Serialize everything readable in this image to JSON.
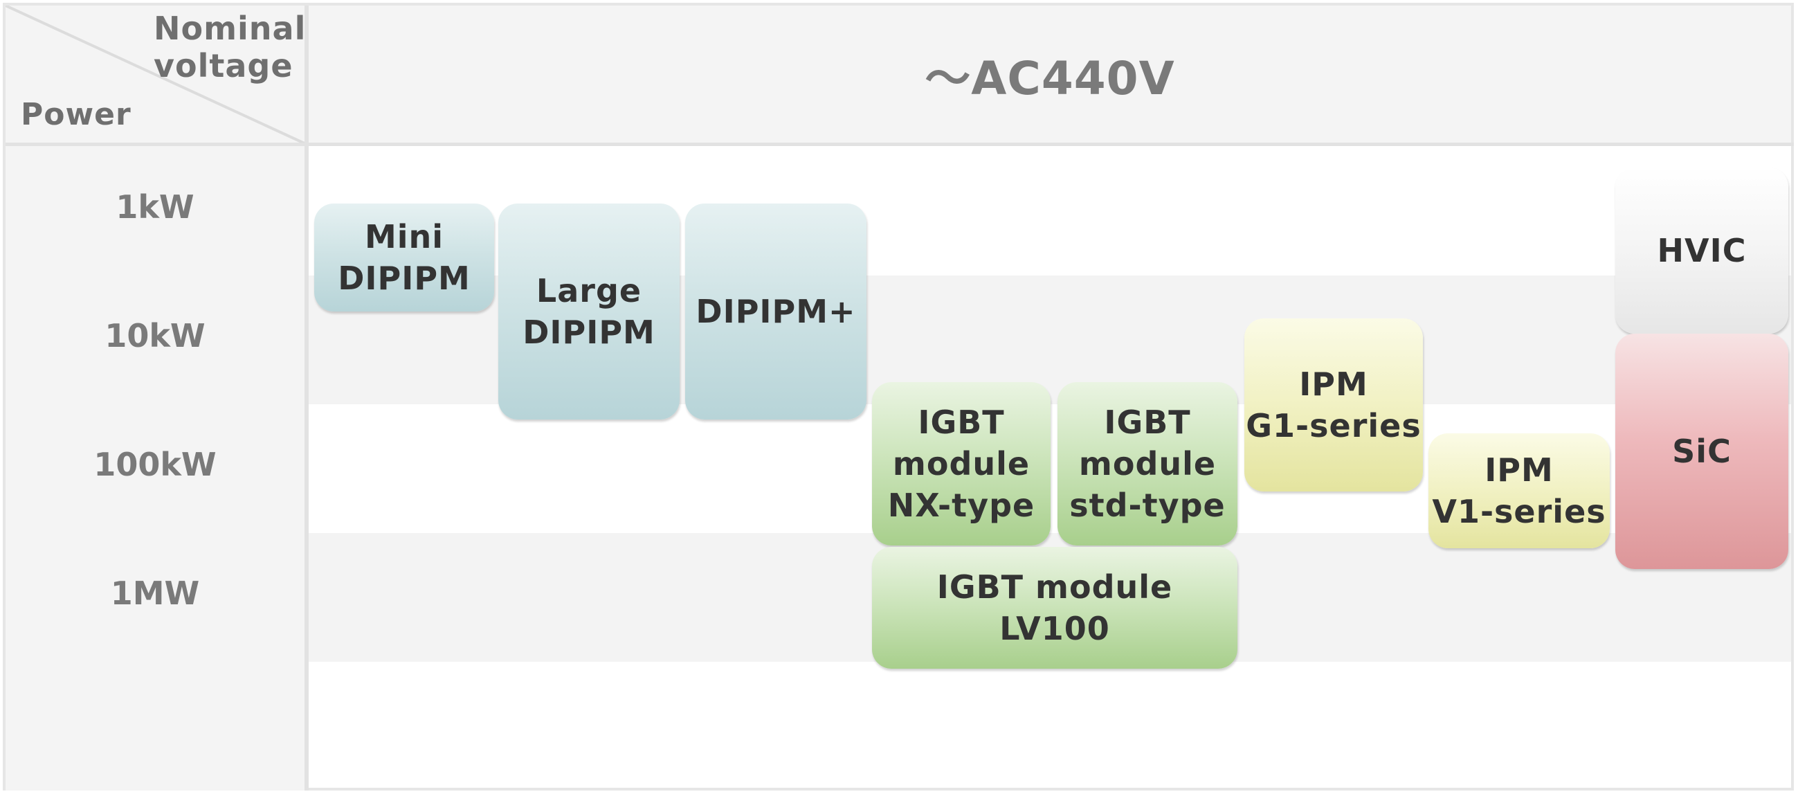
{
  "header": {
    "axis_top_label": "Nominal\nvoltage",
    "axis_left_label": "Power",
    "voltage": "～AC440V"
  },
  "power_levels": [
    "1kW",
    "10kW",
    "100kW",
    "1MW"
  ],
  "products": {
    "mini_dipipm": "Mini\nDIPIPM",
    "large_dipipm": "Large\nDIPIPM",
    "dipipm_plus": "DIPIPM+",
    "igbt_nx": "IGBT\nmodule\nNX-type",
    "igbt_std": "IGBT\nmodule\nstd-type",
    "igbt_lv100": "IGBT module\nLV100",
    "ipm_g1": "IPM\nG1-series",
    "ipm_v1": "IPM\nV1-series",
    "hvic": "HVIC",
    "sic": "SiC"
  },
  "colors": {
    "dipipm": "#c4dcdf",
    "igbt": "#b8d9a2",
    "ipm": "#ececb4",
    "hvic": "#eeeeee",
    "sic": "#e8a9ac"
  }
}
